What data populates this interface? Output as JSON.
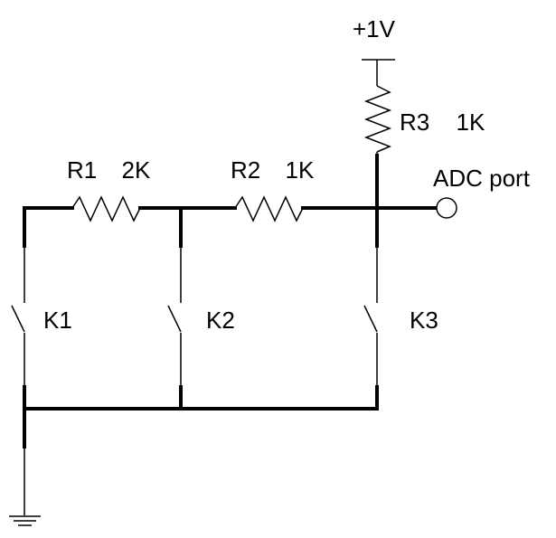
{
  "supply": {
    "label": "+1V"
  },
  "resistors": [
    {
      "id": "R1",
      "value": "2K"
    },
    {
      "id": "R2",
      "value": "1K"
    },
    {
      "id": "R3",
      "value": "1K"
    }
  ],
  "switches": [
    {
      "label": "K1"
    },
    {
      "label": "K2"
    },
    {
      "label": "K3"
    }
  ],
  "output": {
    "label": "ADC port"
  },
  "colors": {
    "wire": "#000000",
    "background": "#ffffff"
  }
}
